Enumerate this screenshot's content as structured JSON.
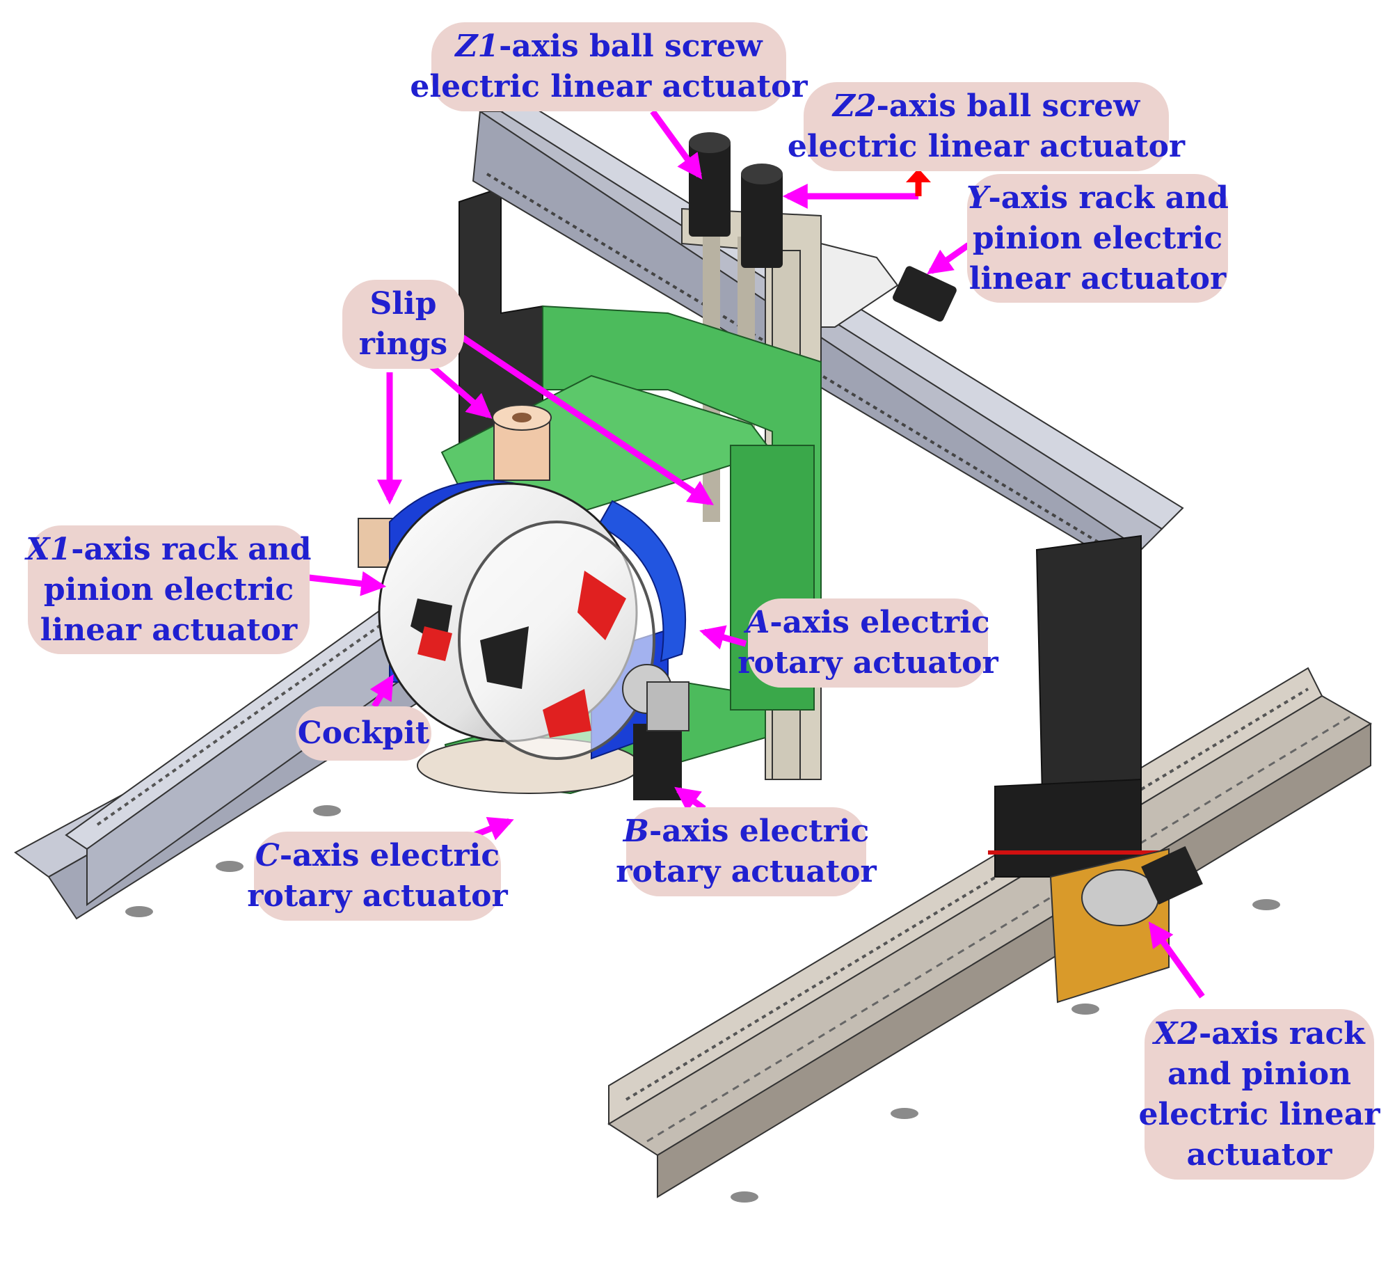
{
  "colors": {
    "label_text": "#2020d0",
    "label_bg": "#ecd3cf",
    "arrow": "#ff00ff",
    "arrow_red": "#ff0000",
    "frame_green": "#4cbb5c",
    "gantry_dark": "#2a2a2a",
    "rail_grey": "#b9bcc9",
    "carriage_orange": "#d99a2a",
    "cockpit_white": "#f0f0f0",
    "cockpit_red": "#e02020",
    "yoke_blue": "#1a3fd6"
  },
  "labels": {
    "z1": {
      "axis": "Z1",
      "lines": [
        "-axis ball screw",
        "electric linear actuator"
      ]
    },
    "z2": {
      "axis": "Z2",
      "lines": [
        "-axis ball screw",
        "electric linear actuator"
      ]
    },
    "y": {
      "axis": "Y",
      "lines": [
        "-axis rack and",
        "pinion electric",
        "linear actuator"
      ]
    },
    "slip": {
      "lines": [
        "Slip",
        "rings"
      ]
    },
    "x1": {
      "axis": "X1",
      "lines": [
        "-axis rack and",
        "pinion electric",
        "linear actuator"
      ]
    },
    "a": {
      "axis": "A",
      "lines": [
        "-axis electric",
        "rotary actuator"
      ]
    },
    "cockpit": {
      "lines": [
        "Cockpit"
      ]
    },
    "b": {
      "axis": "B",
      "lines": [
        "-axis electric",
        "rotary actuator"
      ]
    },
    "c": {
      "axis": "C",
      "lines": [
        "-axis electric",
        "rotary actuator"
      ]
    },
    "x2": {
      "axis": "X2",
      "lines": [
        "-axis rack",
        "and pinion",
        "electric linear",
        "actuator"
      ]
    }
  },
  "icons": {
    "machine": "motion-simulator-machine-illustration",
    "arrow": "pointer-arrow-icon"
  }
}
